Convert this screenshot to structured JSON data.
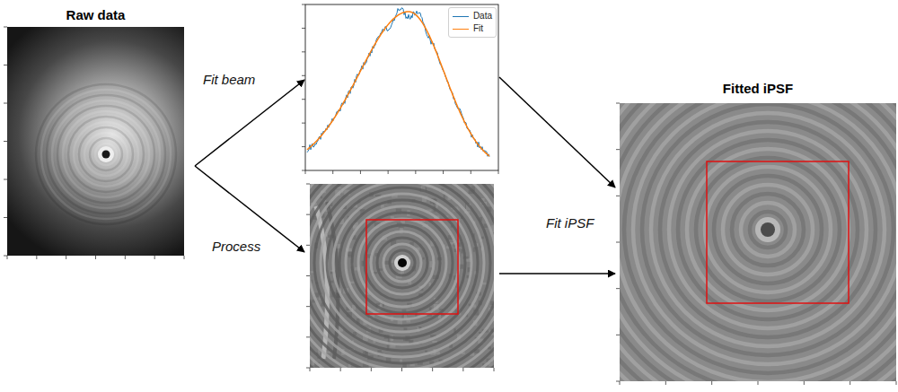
{
  "diagram": {
    "nodes": [
      {
        "text": [
          "Raw data"
        ]
      },
      {
        "text": [
          "Fitted iPSF"
        ]
      }
    ],
    "labels": [
      "Fit beam",
      "Process",
      "Fit iPSF"
    ],
    "legend": [
      {
        "text": "Data"
      },
      {
        "text": "Fit"
      }
    ]
  }
}
